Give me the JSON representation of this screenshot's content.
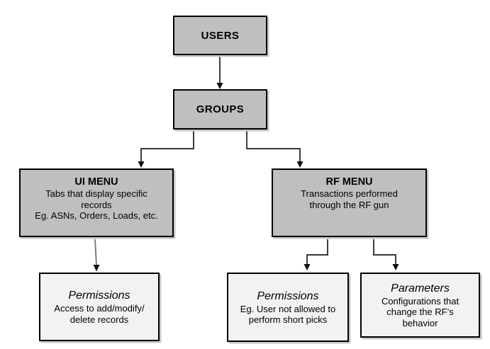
{
  "colors": {
    "background": "#ffffff",
    "group_box_fill": "#bfbfbf",
    "leaf_box_fill": "#f2f2f2",
    "box_border": "#000000",
    "box_shadow": "#c8c8c8",
    "connector": "#1c1c1c",
    "connector_muted": "#7e7e7e",
    "text": "#000000"
  },
  "nodes": {
    "users": {
      "title": "USERS"
    },
    "groups": {
      "title": "GROUPS"
    },
    "ui_menu": {
      "title": "UI MENU",
      "description": "Tabs that display specific records",
      "example": "Eg. ASNs, Orders, Loads, etc."
    },
    "rf_menu": {
      "title": "RF MENU",
      "description": "Transactions performed through the RF gun"
    },
    "ui_permissions": {
      "title": "Permissions",
      "description": "Access to add/modify/ delete records"
    },
    "rf_permissions": {
      "title": "Permissions",
      "description": "Eg. User not allowed to perform short picks"
    },
    "rf_parameters": {
      "title": "Parameters",
      "description": "Configurations that change the RF’s behavior"
    }
  }
}
